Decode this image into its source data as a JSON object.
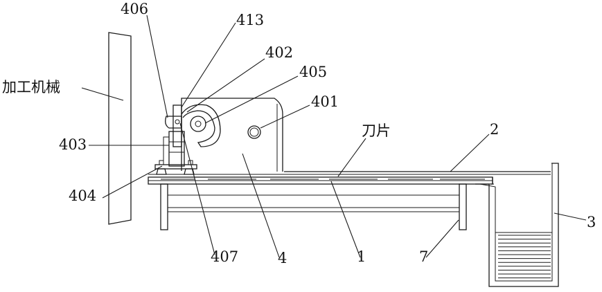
{
  "labels": {
    "machining_equipment": "加工机械",
    "blade": "刀片",
    "n406": "406",
    "n413": "413",
    "n402": "402",
    "n405": "405",
    "n401": "401",
    "n403": "403",
    "n404": "404",
    "n407": "407",
    "n4": "4",
    "n1": "1",
    "n7": "7",
    "n2": "2",
    "n3": "3"
  }
}
